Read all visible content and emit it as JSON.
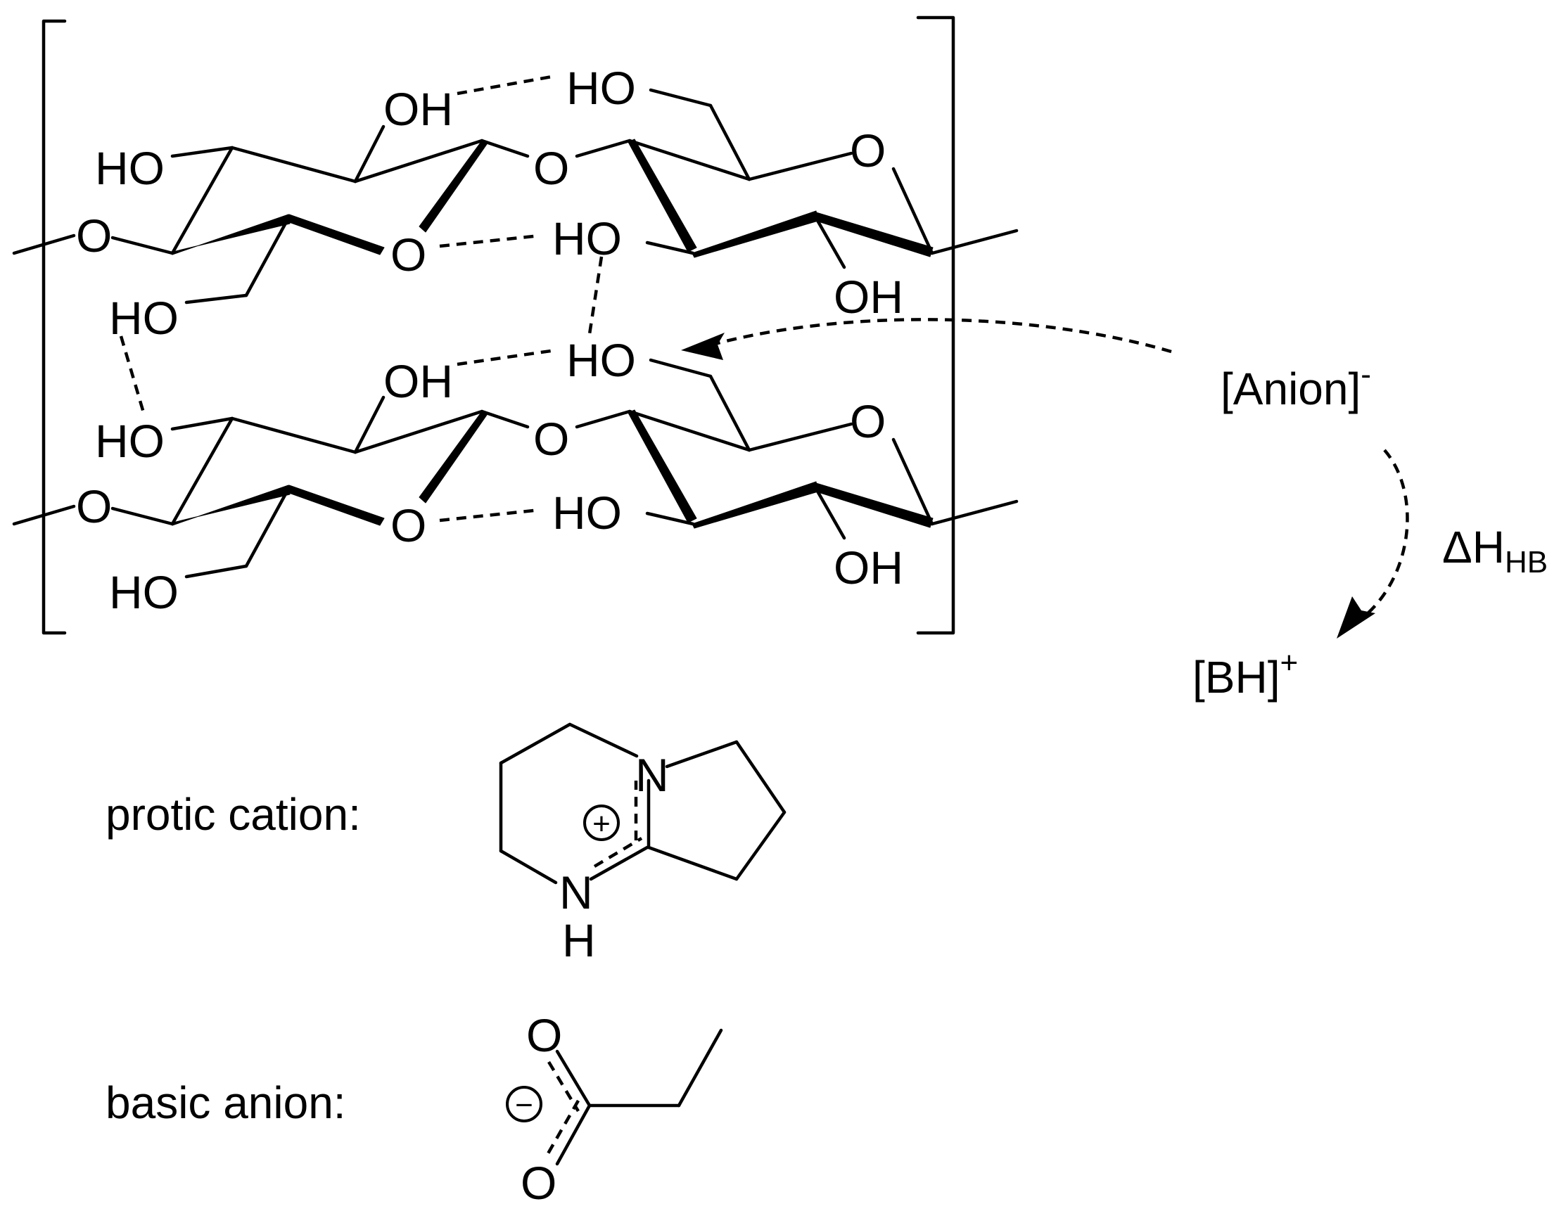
{
  "labels": {
    "OH": "OH",
    "HO": "HO",
    "O": "O",
    "N": "N",
    "H": "H",
    "plus": "+",
    "minus": "−"
  },
  "reaction": {
    "anion": "[Anion]",
    "anion_charge": "-",
    "delta": "ΔH",
    "delta_sub": "HB",
    "cation": "[BH]",
    "cation_charge": "+"
  },
  "legend": {
    "protic_cation": "protic cation:",
    "basic_anion": "basic anion:"
  }
}
